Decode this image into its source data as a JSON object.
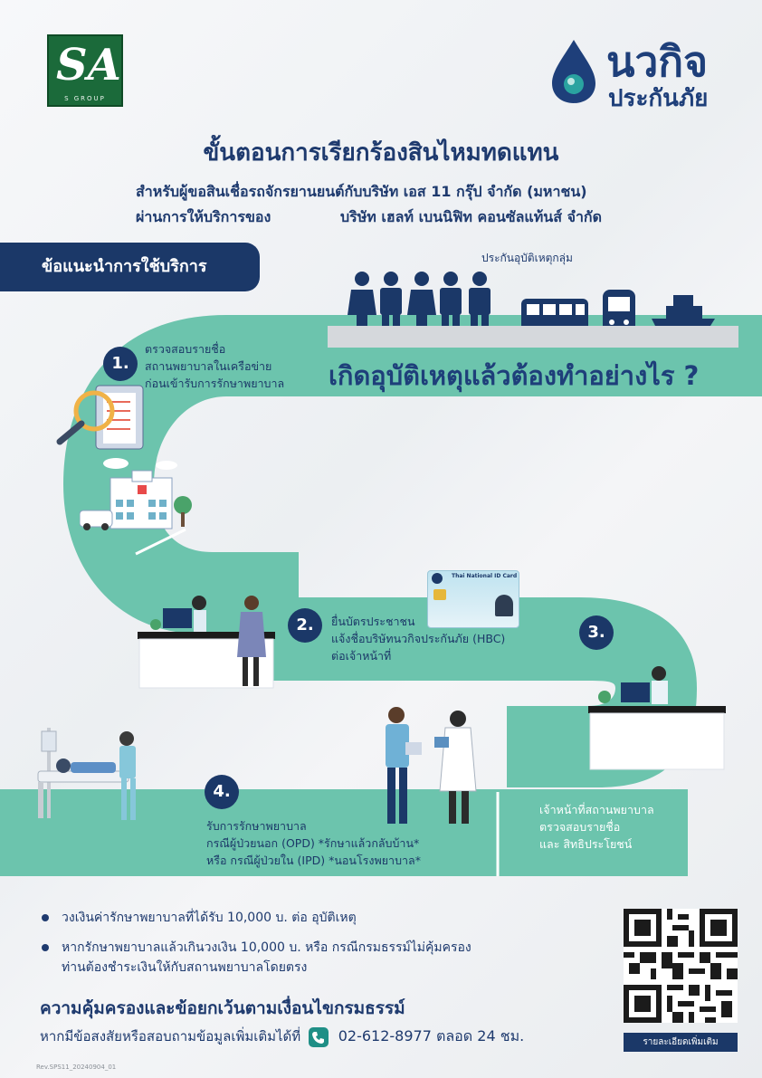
{
  "header": {
    "sa_logo": {
      "letters": "SA",
      "sub": "S GROUP"
    },
    "brand": {
      "name_line1": "นวกิจ",
      "name_line2": "ประกันภัย",
      "color": "#1e3f7a"
    }
  },
  "title": "ขั้นตอนการเรียกร้องสินไหมทดแทน",
  "subtitle_line1": "สำหรับผู้ขอสินเชื่อรถจักรยานยนต์กับบริษัท เอส 11 กรุ๊ป จำกัด (มหาชน)",
  "subtitle_line2_a": "ผ่านการให้บริการของ",
  "subtitle_line2_b": "บริษัท เฮลท์ เบนนิฟิท คอนซัลแท้นส์ จำกัด",
  "guide_label": "ข้อแนะนำการใช้บริการ",
  "group_label": "ประกันอุบัติเหตุกลุ่ม",
  "question": "เกิดอุบัติเหตุแล้วต้องทำอย่างไร ?",
  "steps": [
    {
      "num": "1.",
      "lines": [
        "ตรวจสอบรายชื่อ",
        "สถานพยาบาลในเครือข่าย",
        "ก่อนเข้ารับการรักษาพยาบาล"
      ]
    },
    {
      "num": "2.",
      "lines": [
        "ยื่นบัตรประชาชน",
        "แจ้งชื่อบริษัทนวกิจประกันภัย (HBC)",
        "ต่อเจ้าหน้าที่"
      ]
    },
    {
      "num": "3.",
      "lines": [
        "เจ้าหน้าที่สถานพยาบาล",
        "ตรวจสอบรายชื่อ",
        "และ สิทธิประโยชน์"
      ]
    },
    {
      "num": "4.",
      "lines": [
        "รับการรักษาพยาบาล",
        "กรณีผู้ป่วยนอก (OPD) *รักษาแล้วกลับบ้าน*",
        "หรือ กรณีผู้ป่วยใน (IPD) *นอนโรงพยาบาล*"
      ]
    }
  ],
  "id_card": {
    "title": "Thai National ID Card"
  },
  "bullets": [
    {
      "text": "วงเงินค่ารักษาพยาบาลที่ได้รับ 10,000 บ. ต่อ อุบัติเหตุ"
    },
    {
      "text": "หากรักษาพยาบาลแล้วเกินวงเงิน 10,000 บ. หรือ กรณีกรมธรรม์ไม่คุ้มครอง",
      "text2": "ท่านต้องชำระเงินให้กับสถานพยาบาลโดยตรง"
    }
  ],
  "coverage_title": "ความคุ้มครองและข้อยกเว้นตามเงื่อนไขกรมธรรม์",
  "contact": {
    "prefix": "หากมีข้อสงสัยหรือสอบถามข้อมูลเพิ่มเติมได้ที่",
    "phone": "02-612-8977 ตลอด 24 ชม.",
    "icon": "phone-icon"
  },
  "qr_button": "รายละเอียดเพิ่มเติม",
  "revision": "Rev.SPS11_20240904_01",
  "colors": {
    "navy": "#1b3868",
    "teal": "#6cc4ad",
    "teal_dark": "#59b29b",
    "white": "#ffffff"
  }
}
